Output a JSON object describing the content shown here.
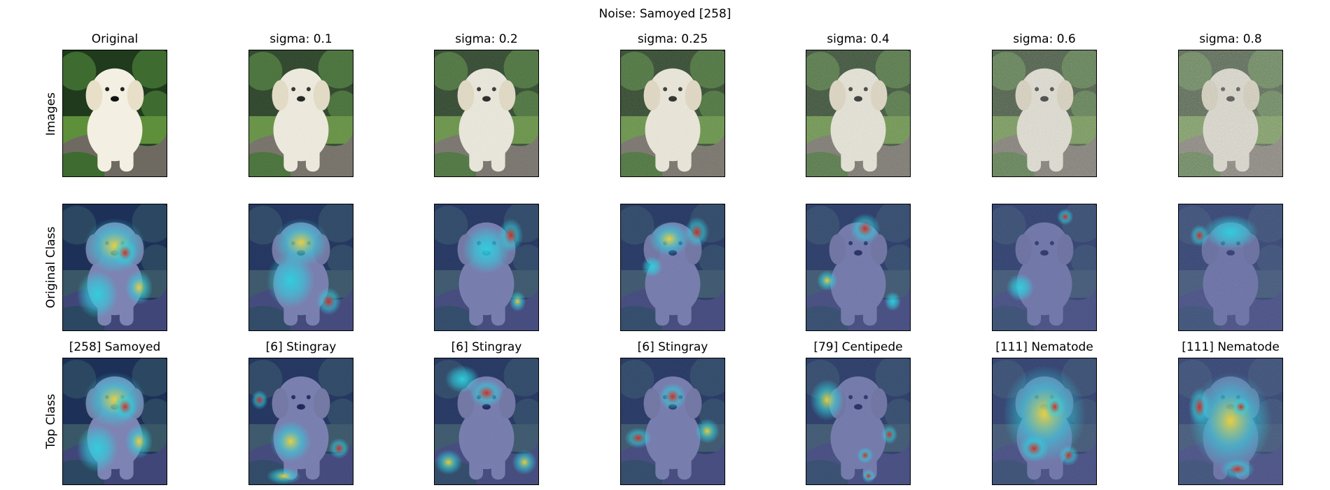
{
  "figure": {
    "title": "Noise: Samoyed [258]",
    "row_labels": [
      "Images",
      "Original Class",
      "Top Class"
    ],
    "columns": [
      {
        "title": "Original",
        "noise": 0.0,
        "top_class": "[258] Samoyed"
      },
      {
        "title": "sigma: 0.1",
        "noise": 0.1,
        "top_class": "[6] Stingray"
      },
      {
        "title": "sigma: 0.2",
        "noise": 0.2,
        "top_class": "[6] Stingray"
      },
      {
        "title": "sigma: 0.25",
        "noise": 0.25,
        "top_class": "[6] Stingray"
      },
      {
        "title": "sigma: 0.4",
        "noise": 0.4,
        "top_class": "[79] Centipede"
      },
      {
        "title": "sigma: 0.6",
        "noise": 0.6,
        "top_class": "[111] Nematode"
      },
      {
        "title": "sigma: 0.8",
        "noise": 0.8,
        "top_class": "[111] Nematode"
      }
    ],
    "colors": {
      "foliage": "#3e6b2f",
      "dark_foliage": "#1f3a1c",
      "grass": "#5e8f3a",
      "puppy": "#f3efe2",
      "log": "#6e6a62",
      "heat_low": "#1b2a8a",
      "heat_mid": "#2fd0e0",
      "heat_high": "#e02418",
      "heat_warm": "#f2d23a"
    }
  }
}
